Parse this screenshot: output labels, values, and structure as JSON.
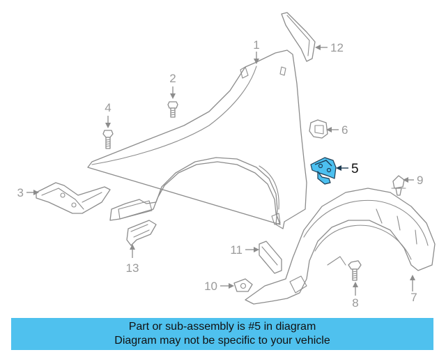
{
  "callouts": {
    "c1": "1",
    "c2": "2",
    "c3": "3",
    "c4": "4",
    "c5": "5",
    "c6": "6",
    "c7": "7",
    "c8": "8",
    "c9": "9",
    "c10": "10",
    "c11": "11",
    "c12": "12",
    "c13": "13"
  },
  "highlight": {
    "part": "5",
    "color": "#4fc1ee"
  },
  "banner": {
    "line1": "Part or sub-assembly is #5 in diagram",
    "line2": "Diagram may not be specific to your vehicle",
    "color": "#4fc1ee"
  }
}
